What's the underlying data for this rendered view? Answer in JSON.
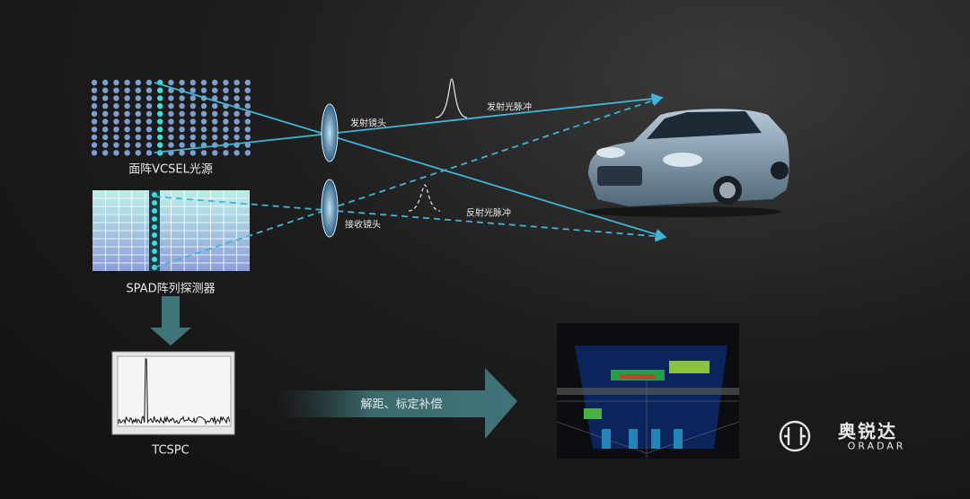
{
  "labels": {
    "vcsel": "面阵VCSEL光源",
    "spad": "SPAD阵列探测器",
    "tx_lens": "发射镜头",
    "rx_lens": "接收镜头",
    "tx_pulse": "发射光脉冲",
    "rx_pulse": "反射光脉冲",
    "tcspc": "TCSPC",
    "process": "解距、标定补偿"
  },
  "logo": {
    "cn": "奥锐达",
    "en": "ORADAR"
  },
  "colors": {
    "beam": "#3fb6d6",
    "highlight": "#38e0d8",
    "arrow": "#3f6f72",
    "dot": "#7c9fd0"
  }
}
